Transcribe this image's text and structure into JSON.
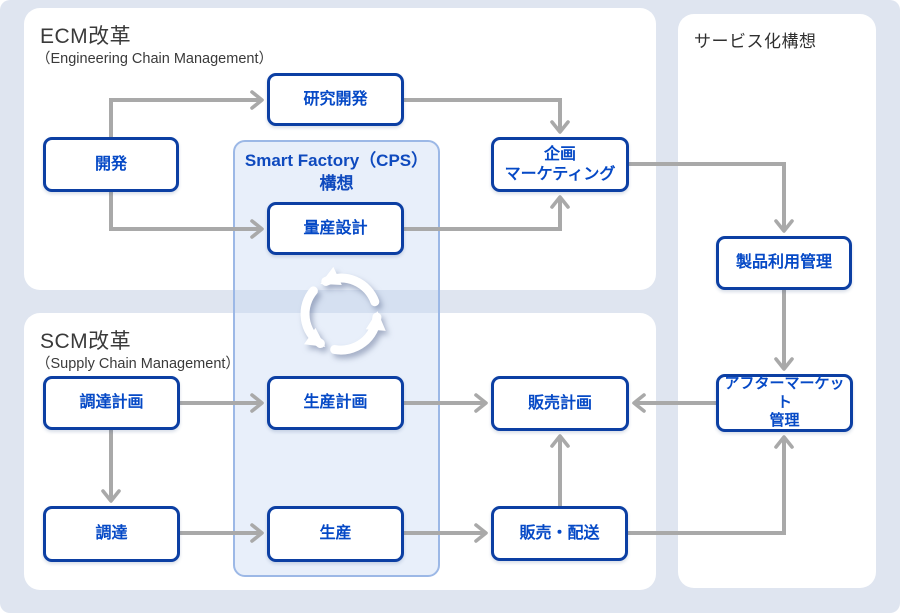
{
  "colors": {
    "page_background": "#dfe5f0",
    "panel_background": "#ffffff",
    "box_border": "#0c3fa3",
    "box_text": "#0549c6",
    "arrow": "#a9a9a9",
    "smart_factory_fill": "#e7eefb",
    "smart_factory_border": "#9cb8e6",
    "title_text": "#3a3a3a"
  },
  "panels": {
    "ecm": {
      "title": "ECM改革",
      "subtitle": "（Engineering Chain Management）"
    },
    "scm": {
      "title": "SCM改革",
      "subtitle": "（Supply Chain Management）"
    },
    "service": {
      "title": "サービス化構想"
    },
    "smart_factory": {
      "title_line1": "Smart Factory（CPS）",
      "title_line2": "構想"
    }
  },
  "boxes": {
    "rd": {
      "label": "研究開発"
    },
    "development": {
      "label": "開発"
    },
    "mass_production_design": {
      "label": "量産設計"
    },
    "planning_marketing": {
      "label": "企画",
      "label2": "マーケティング"
    },
    "product_usage": {
      "label": "製品利用管理"
    },
    "procurement_planning": {
      "label": "調達計画"
    },
    "production_planning": {
      "label": "生産計画"
    },
    "sales_planning": {
      "label": "販売計画"
    },
    "aftermarket": {
      "label": "アフターマーケット",
      "label2": "管理"
    },
    "procurement": {
      "label": "調達"
    },
    "production": {
      "label": "生産"
    },
    "sales_delivery": {
      "label": "販売・配送"
    }
  },
  "connections": [
    "development -> rd",
    "rd -> planning_marketing",
    "development -> mass_production_design",
    "mass_production_design -> planning_marketing",
    "planning_marketing -> product_usage",
    "product_usage -> aftermarket",
    "aftermarket -> sales_planning",
    "procurement_planning -> production_planning",
    "production_planning -> sales_planning",
    "procurement_planning -> procurement",
    "procurement -> production",
    "production -> sales_delivery",
    "sales_delivery -> sales_planning",
    "sales_delivery -> aftermarket"
  ]
}
